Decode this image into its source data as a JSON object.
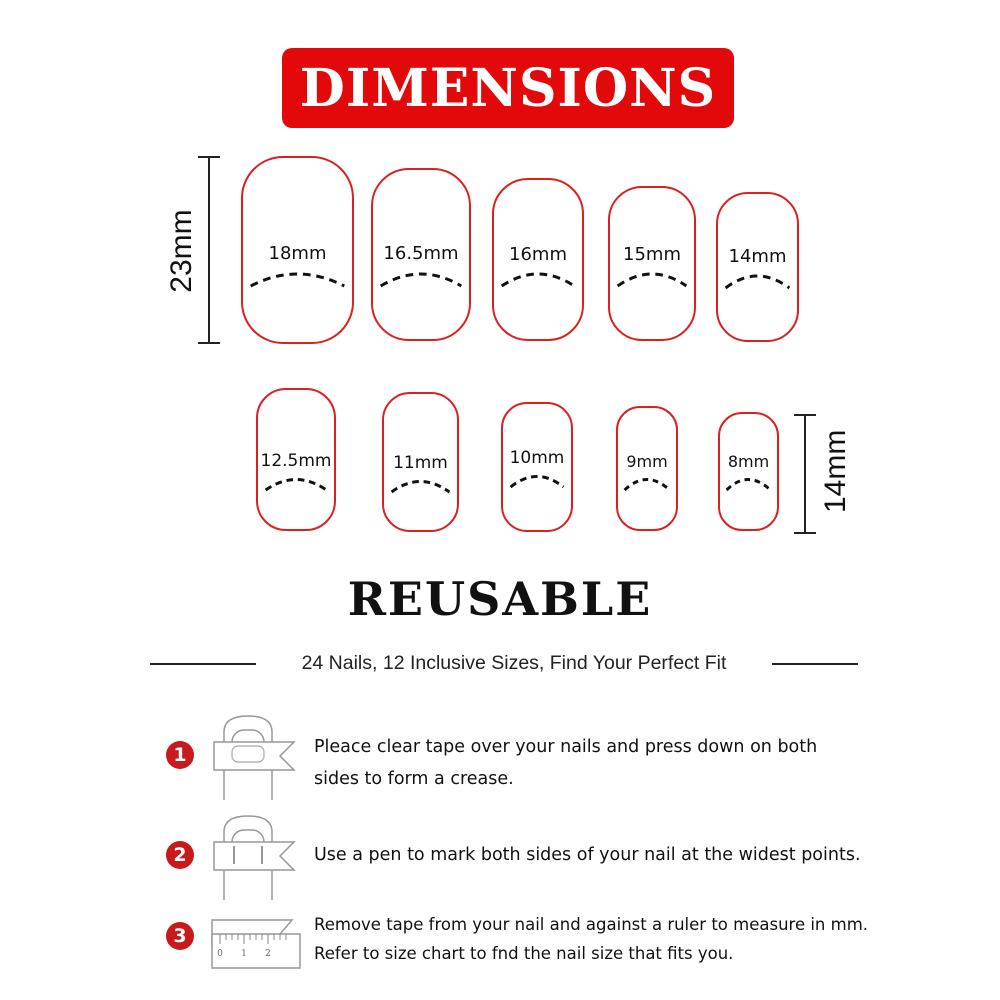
{
  "banner": {
    "title": "DIMENSIONS",
    "color": "#e3090b"
  },
  "nail_outline_color": "#d8221f",
  "ruler": {
    "top_length": "23mm",
    "bottom_length": "14mm"
  },
  "nails": {
    "top_row": [
      {
        "label": "18mm"
      },
      {
        "label": "16.5mm"
      },
      {
        "label": "16mm"
      },
      {
        "label": "15mm"
      },
      {
        "label": "14mm"
      }
    ],
    "bottom_row": [
      {
        "label": "12.5mm"
      },
      {
        "label": "11mm"
      },
      {
        "label": "10mm"
      },
      {
        "label": "9mm"
      },
      {
        "label": "8mm"
      }
    ]
  },
  "reusable_title": "REUSABLE",
  "tagline": "24 Nails, 12 Inclusive Sizes, Find Your Perfect Fit",
  "steps": [
    {
      "number": "1",
      "line1": "Pleace clear tape over your nails and press down on both",
      "line2": "sides to form a crease."
    },
    {
      "number": "2",
      "line1": "Use a pen to mark both sides of your nail at the widest points."
    },
    {
      "number": "3",
      "line1": "Remove tape from your nail and against a ruler to measure in mm.",
      "line2": "Refer to size chart to fnd the nail size that fits you.",
      "ruler_ticks": [
        "0",
        "1",
        "2"
      ]
    }
  ],
  "step_badge_color": "#c8191b"
}
